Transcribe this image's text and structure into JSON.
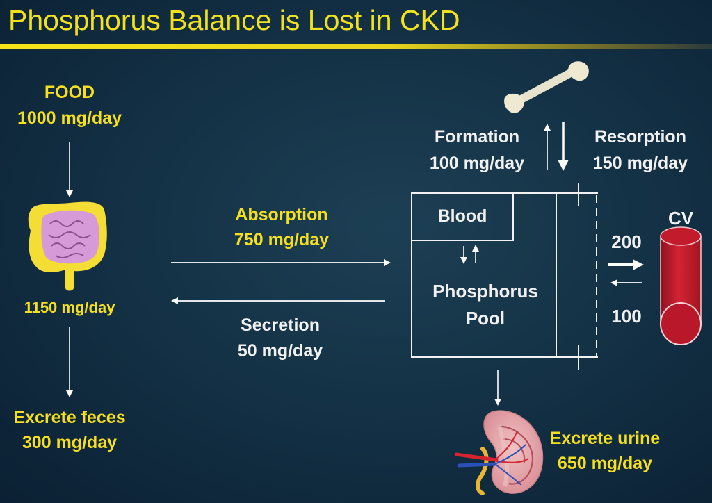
{
  "title": "Phosphorus Balance is Lost in CKD",
  "food": {
    "label": "FOOD",
    "rate": "1000 mg/day"
  },
  "intestine": {
    "rate": "1150 mg/day"
  },
  "feces": {
    "label": "Excrete feces",
    "rate": "300 mg/day"
  },
  "absorption": {
    "label": "Absorption",
    "rate": "750 mg/day"
  },
  "secretion": {
    "label": "Secretion",
    "rate": "50 mg/day"
  },
  "bone": {
    "formation": {
      "label": "Formation",
      "rate": "100 mg/day"
    },
    "resorption": {
      "label": "Resorption",
      "rate": "150 mg/day"
    }
  },
  "pool": {
    "blood_label": "Blood",
    "pool_line1": "Phosphorus",
    "pool_line2": "Pool"
  },
  "cv": {
    "label": "CV",
    "out_value": "200",
    "in_value": "100"
  },
  "urine": {
    "label": "Excrete urine",
    "rate": "650 mg/day"
  },
  "colors": {
    "title": "#f2e21e",
    "label_yellow": "#f5df1f",
    "label_white": "#f1f1f1",
    "vessel": "#c61f2e"
  }
}
